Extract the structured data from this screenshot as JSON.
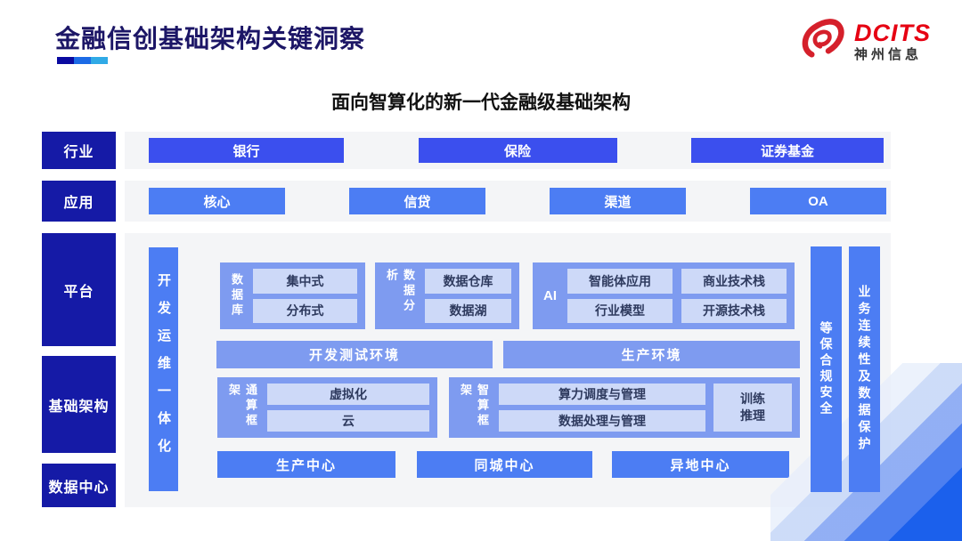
{
  "header": {
    "title": "金融信创基础架构关键洞察"
  },
  "logo": {
    "brand": "DCITS",
    "company": "神州信息",
    "icon": "swirl-icon"
  },
  "subtitle": "面向智算化的新一代金融级基础架构",
  "layers": {
    "industry": {
      "label": "行业",
      "items": [
        "银行",
        "保险",
        "证券基金"
      ]
    },
    "application": {
      "label": "应用",
      "items": [
        "核心",
        "信贷",
        "渠道",
        "OA"
      ]
    },
    "platform": {
      "label": "平台"
    },
    "infrastructure": {
      "label": "基础架构"
    },
    "datacenter": {
      "label": "数据中心"
    }
  },
  "main": {
    "devops_bar": "开发运维一体化",
    "database_group": {
      "label": "数据库",
      "items": [
        "集中式",
        "分布式"
      ]
    },
    "analytics_group": {
      "label": "数据分析",
      "items": [
        "数据仓库",
        "数据湖"
      ]
    },
    "ai_group": {
      "label": "AI",
      "items": [
        "智能体应用",
        "商业技术栈",
        "行业模型",
        "开源技术栈"
      ]
    },
    "environments": {
      "dev_test": "开发测试环境",
      "production": "生产环境"
    },
    "general_compute_group": {
      "label": "通算框架",
      "items": [
        "虚拟化",
        "云"
      ]
    },
    "ai_compute_group": {
      "label": "智算框架",
      "items": [
        "算力调度与管理",
        "数据处理与管理"
      ],
      "side": "训练\n推理"
    },
    "datacenters": [
      "生产中心",
      "同城中心",
      "异地中心"
    ],
    "security_bar": "等保合规安全",
    "continuity_bar": "业务连续性及数据保护"
  },
  "colors": {
    "title_navy": "#1c1666",
    "underline": [
      "#0a0aa0",
      "#1c6be6",
      "#30aae6"
    ],
    "layer_label_blue": "#151aa6",
    "industry_chip_blue": "#3b4fee",
    "primary_blue": "#4c7df3",
    "group_blue": "#7e9bf0",
    "light_box_blue": "#cdd9f8",
    "band_gray": "#f4f5f7",
    "logo_red": "#e60012"
  }
}
